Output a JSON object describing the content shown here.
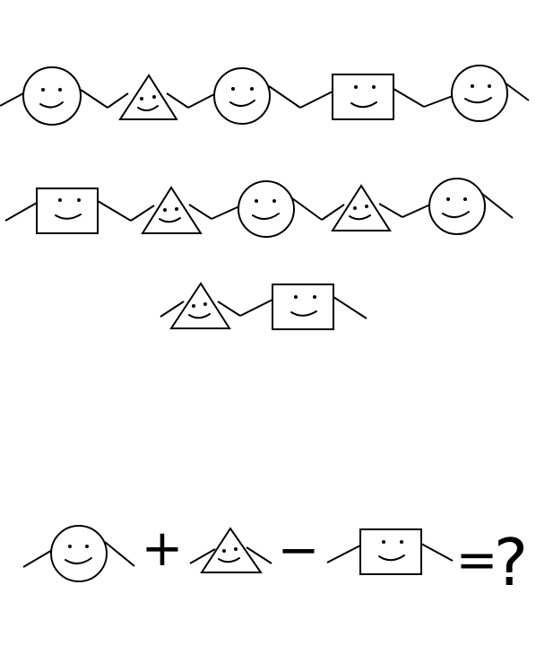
{
  "puzzle": {
    "rows": [
      {
        "figures": [
          "circle",
          "triangle",
          "circle",
          "square",
          "circle"
        ]
      },
      {
        "figures": [
          "square",
          "triangle",
          "circle",
          "triangle",
          "circle"
        ]
      },
      {
        "figures": [
          "triangle",
          "square"
        ]
      }
    ],
    "equation": {
      "terms": [
        "circle",
        "triangle",
        "square"
      ],
      "operators": [
        "+",
        "−",
        "="
      ],
      "unknown": "?"
    }
  },
  "colors": {
    "ink": "#000000",
    "background": "#ffffff"
  }
}
